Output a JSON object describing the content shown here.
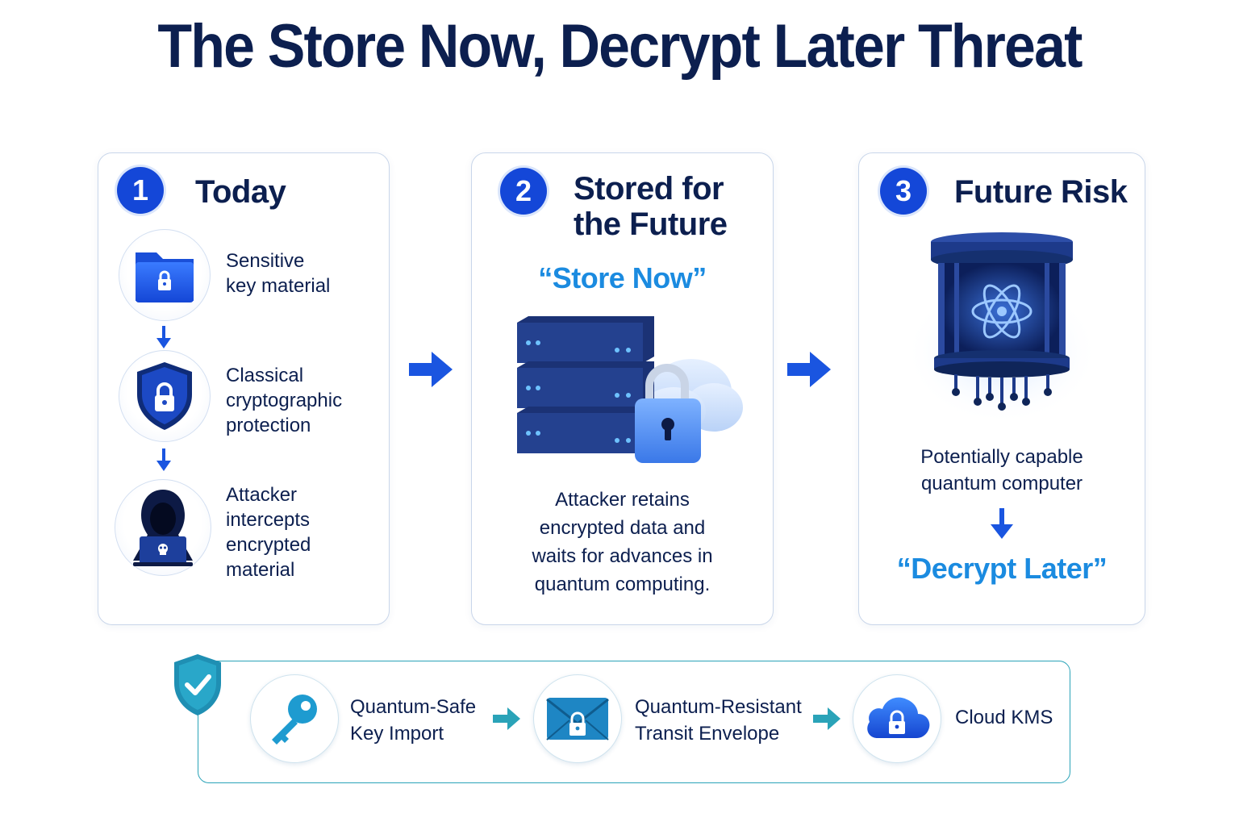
{
  "title": "The Store Now, Decrypt Later Threat",
  "panels": [
    {
      "number": "1",
      "title": "Today",
      "steps": [
        {
          "text": "Sensitive key material",
          "lines": [
            "Sensitive",
            "key material"
          ],
          "icon": "locked-folder-icon"
        },
        {
          "text": "Classical cryptographic protection",
          "lines": [
            "Classical",
            "cryptographic",
            "protection"
          ],
          "icon": "shield-lock-icon"
        },
        {
          "text": "Attacker intercepts encrypted material",
          "lines": [
            "Attacker",
            "intercepts",
            "encrypted",
            "material"
          ],
          "icon": "hooded-attacker-icon"
        }
      ]
    },
    {
      "number": "2",
      "title_lines": [
        "Stored for",
        "the Future"
      ],
      "quote": "“Store Now”",
      "description_lines": [
        "Attacker retains",
        "encrypted data and",
        "waits for advances in",
        "quantum computing."
      ],
      "icon": "server-lock-cloud-icon"
    },
    {
      "number": "3",
      "title": "Future Risk",
      "description_lines": [
        "Potentially capable",
        "quantum computer"
      ],
      "quote": "“Decrypt Later”",
      "icon": "quantum-computer-icon"
    }
  ],
  "mitigation": {
    "badge_icon": "shield-check-icon",
    "items": [
      {
        "lines": [
          "Quantum-Safe",
          "Key Import"
        ],
        "icon": "key-icon"
      },
      {
        "lines": [
          "Quantum-Resistant",
          "Transit Envelope"
        ],
        "icon": "locked-envelope-icon"
      },
      {
        "lines": [
          "Cloud KMS"
        ],
        "icon": "cloud-lock-icon"
      }
    ]
  },
  "colors": {
    "navy": "#0c1f4f",
    "royal_blue": "#1447d8",
    "sky_blue": "#1b8be0",
    "teal": "#2aa3b8"
  }
}
